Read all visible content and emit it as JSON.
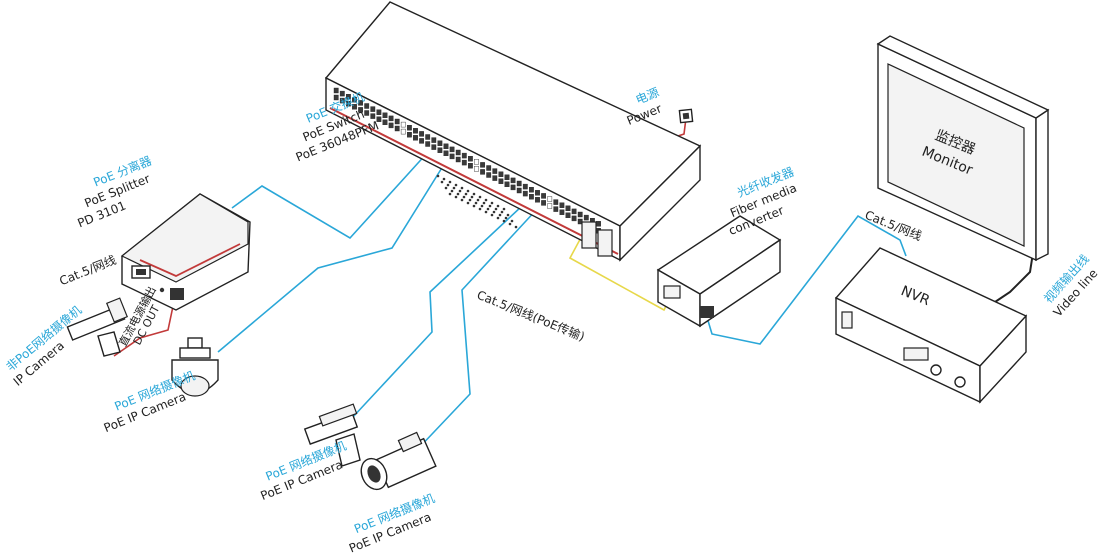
{
  "switch": {
    "label_cn": "PoE 交换机",
    "label_en1": "PoE  Switch",
    "label_en2": "PoE 36048PFM"
  },
  "power": {
    "label_cn": "电源",
    "label_en": "Power"
  },
  "splitter": {
    "label_cn": "PoE 分离器",
    "label_en1": "PoE Splitter",
    "label_en2": "PD 3101",
    "cat5": "Cat.5/网线",
    "dc_cn": "直流电源输出",
    "dc_en": "DC OUT"
  },
  "non_poe_camera": {
    "label_cn": "非PoE网络摄像机",
    "label_en": "IP Camera"
  },
  "ptz_camera": {
    "label_cn": "PoE 网络摄像机",
    "label_en": "PoE IP Camera"
  },
  "camera_a": {
    "label_cn": "PoE 网络摄像机",
    "label_en": "PoE IP Camera"
  },
  "camera_b": {
    "label_cn": "PoE 网络摄像机",
    "label_en": "PoE IP Camera"
  },
  "cat5_poe": "Cat.5/网线(PoE传输)",
  "fiber": {
    "label_cn": "光纤收发器",
    "label_en1": "Fiber media",
    "label_en2": "converter"
  },
  "monitor": {
    "label_cn": "监控器",
    "label_en": "Monitor",
    "cat5": "Cat.5/网线"
  },
  "nvr": {
    "label": "NVR"
  },
  "video_line": {
    "label_cn": "视频输出线",
    "label_en": "Video line"
  },
  "colors": {
    "cable": "#2aa7d8",
    "accent_red": "#c23a3a",
    "fiber_yellow": "#e7d84a",
    "label_blue": "#2aa7d8"
  }
}
